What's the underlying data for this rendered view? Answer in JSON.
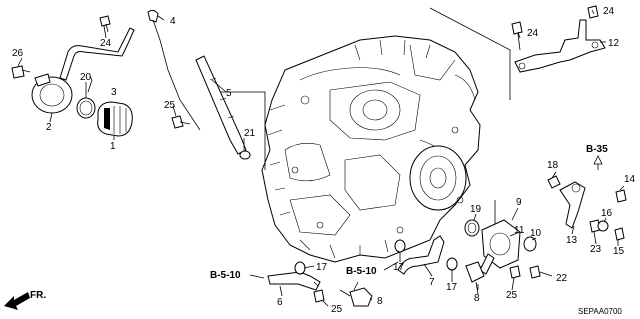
{
  "diagram_code": "SEPAA0700",
  "front_label": "FR.",
  "references": {
    "b35": "B-35",
    "b510_left": "B-5-10",
    "b510_center": "B-5-10"
  },
  "callouts": {
    "c1": "1",
    "c2": "2",
    "c3": "3",
    "c4": "4",
    "c5": "5",
    "c6": "6",
    "c7": "7",
    "c8a": "8",
    "c8b": "8",
    "c9": "9",
    "c10": "10",
    "c11": "11",
    "c12": "12",
    "c13": "13",
    "c14": "14",
    "c15": "15",
    "c16": "16",
    "c17a": "17",
    "c17b": "17",
    "c17c": "17",
    "c18": "18",
    "c19": "19",
    "c20": "20",
    "c21": "21",
    "c22": "22",
    "c23": "23",
    "c24a": "24",
    "c24b": "24",
    "c24c": "24",
    "c25a": "25",
    "c25b": "25",
    "c25c": "25",
    "c26": "26"
  }
}
